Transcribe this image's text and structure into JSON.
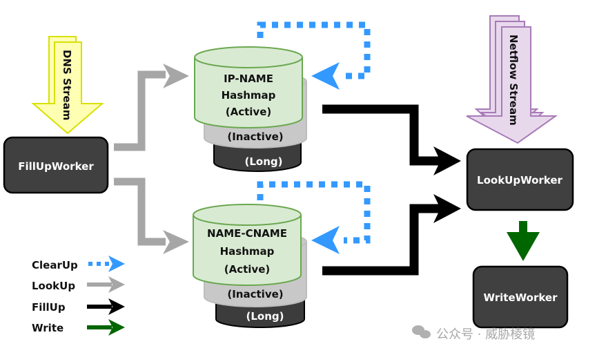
{
  "streams": {
    "dns": {
      "label": "DNS Stream",
      "fill": "#ffffb3",
      "stroke": "#d8e000"
    },
    "netflow": {
      "label": "Netflow Stream",
      "fill": "#e8d8ec",
      "stroke": "#a87ab8"
    }
  },
  "workers": {
    "fillup": "FillUpWorker",
    "lookup": "LookUpWorker",
    "write": "WriteWorker"
  },
  "hashmaps": [
    {
      "name": "IP-NAME",
      "line2": "Hashmap",
      "active": "(Active)",
      "inactive": "(Inactive)",
      "long": "(Long)"
    },
    {
      "name": "NAME-CNAME",
      "line2": "Hashmap",
      "active": "(Active)",
      "inactive": "(Inactive)",
      "long": "(Long)"
    }
  ],
  "legend": [
    {
      "label": "ClearUp",
      "color": "#3399ff",
      "style": "dotted"
    },
    {
      "label": "LookUp",
      "color": "#a6a6a6",
      "style": "solid"
    },
    {
      "label": "FillUp",
      "color": "#000000",
      "style": "solid"
    },
    {
      "label": "Write",
      "color": "#006600",
      "style": "solid"
    }
  ],
  "colors": {
    "worker_fill": "#404040",
    "active_fill": "#d9ead3",
    "active_stroke": "#6aa84f",
    "inactive_fill": "#c8c8c8",
    "long_fill": "#3c3c3c",
    "clearup": "#3399ff",
    "lookup": "#a6a6a6",
    "fillup": "#000000",
    "write": "#006600"
  },
  "watermark": "公众号 · 威胁棱镜"
}
